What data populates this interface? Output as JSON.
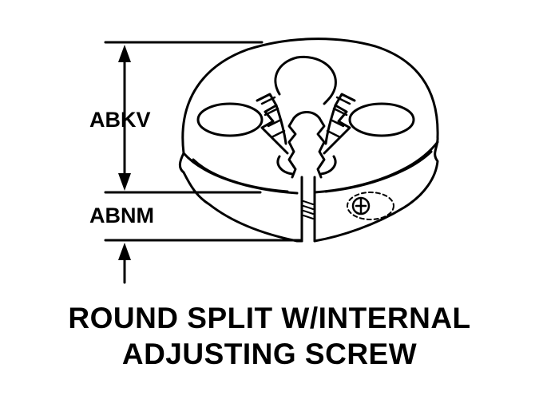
{
  "dimensions": {
    "top_label": "ABKV",
    "bottom_label": "ABNM"
  },
  "caption": {
    "line1": "ROUND SPLIT W/INTERNAL",
    "line2": "ADJUSTING SCREW"
  },
  "colors": {
    "ink": "#000000",
    "background": "#ffffff"
  }
}
